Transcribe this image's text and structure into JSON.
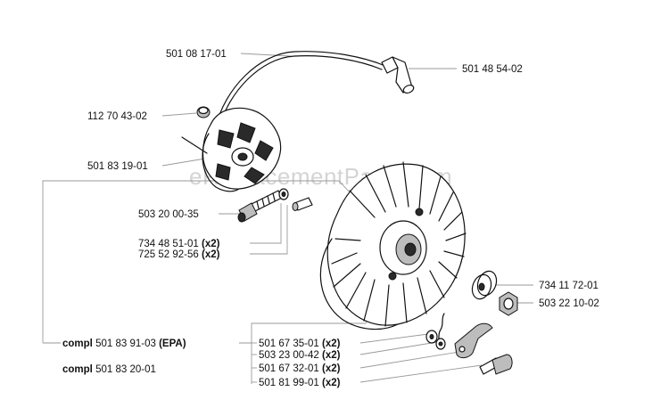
{
  "watermark": "eReplacementParts.com",
  "labels": {
    "ignition_lead": "501 08 17-01",
    "spark_plug_cap": "501 48 54-02",
    "plug": "112 70 43-02",
    "ignition_module": "501 83 19-01",
    "module_screw": "503 20 00-35",
    "screw_a": "734 48 51-01",
    "screw_b": "725 52 92-56",
    "washer": "734 11 72-01",
    "nut": "503 22 10-02",
    "spring": "501 67 35-01",
    "washer_small": "503 23 00-42",
    "pawl": "501 67 32-01",
    "pawl_screw": "501 81 99-01"
  },
  "qty": {
    "screw_a": "(x2)",
    "screw_b": "(x2)",
    "spring": "(x2)",
    "washer_small": "(x2)",
    "pawl": "(x2)",
    "pawl_screw": "(x2)"
  },
  "assemblies": {
    "epa_prefix": "compl",
    "epa_number": "501 83 91-03",
    "epa_suffix": "(EPA)",
    "std_prefix": "compl",
    "std_number": "501 83 20-01"
  }
}
